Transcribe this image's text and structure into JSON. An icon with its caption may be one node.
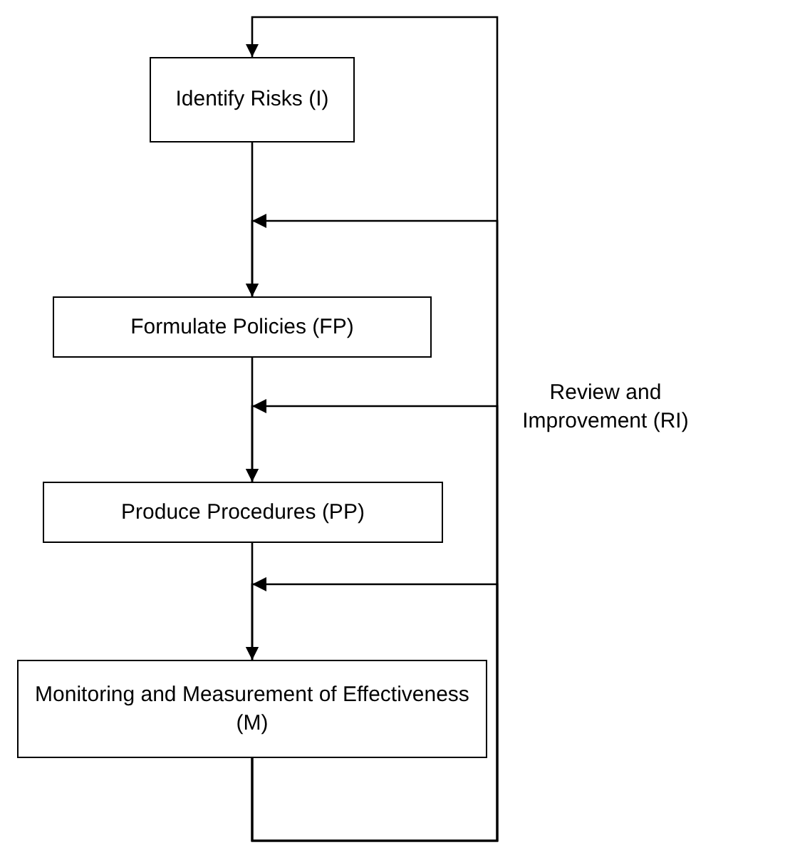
{
  "diagram": {
    "nodes": [
      {
        "text": [
          "Identify Risks (I)"
        ]
      },
      {
        "text": [
          "Formulate Policies (FP)"
        ]
      },
      {
        "text": [
          "Produce Procedures (PP)"
        ]
      },
      {
        "text": [
          "Monitoring and Measurement of Effectiveness (M)"
        ]
      }
    ],
    "edges": [
      {
        "from": 0,
        "to": 1,
        "arrow": "to"
      },
      {
        "from": 1,
        "to": 2,
        "arrow": "to"
      },
      {
        "from": 2,
        "to": 3,
        "arrow": "to"
      },
      {
        "from": 3,
        "to": 0,
        "arrow": "to"
      },
      {
        "from": 3,
        "to": 1,
        "arrow": "to"
      },
      {
        "from": 3,
        "to": 2,
        "arrow": "to"
      },
      {
        "from": 3,
        "to": 3,
        "arrow": "to"
      }
    ],
    "labels": [
      "Review and Improvement (RI)"
    ]
  }
}
